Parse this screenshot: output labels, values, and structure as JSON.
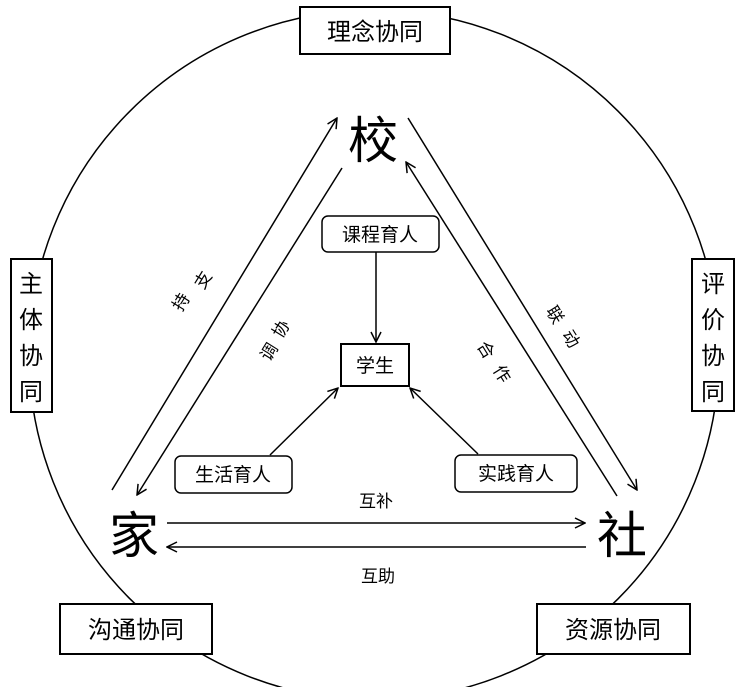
{
  "outer_labels": {
    "top": "理念协同",
    "left": [
      "主",
      "体",
      "协",
      "同"
    ],
    "right": [
      "评",
      "价",
      "协",
      "同"
    ],
    "bottom_left": "沟通协同",
    "bottom_right": "资源协同"
  },
  "nodes": {
    "school": "校",
    "family": "家",
    "society": "社"
  },
  "center": {
    "student": "学生",
    "course": "课程育人",
    "life": "生活育人",
    "practice": "实践育人"
  },
  "edges": {
    "support": [
      "支",
      "持"
    ],
    "coordinate": [
      "协",
      "调"
    ],
    "cooperate": [
      "合",
      "作"
    ],
    "link": [
      "联",
      "动"
    ],
    "complement": "互补",
    "assist": "互助"
  },
  "colors": {
    "stroke": "#000000",
    "background": "#ffffff"
  }
}
